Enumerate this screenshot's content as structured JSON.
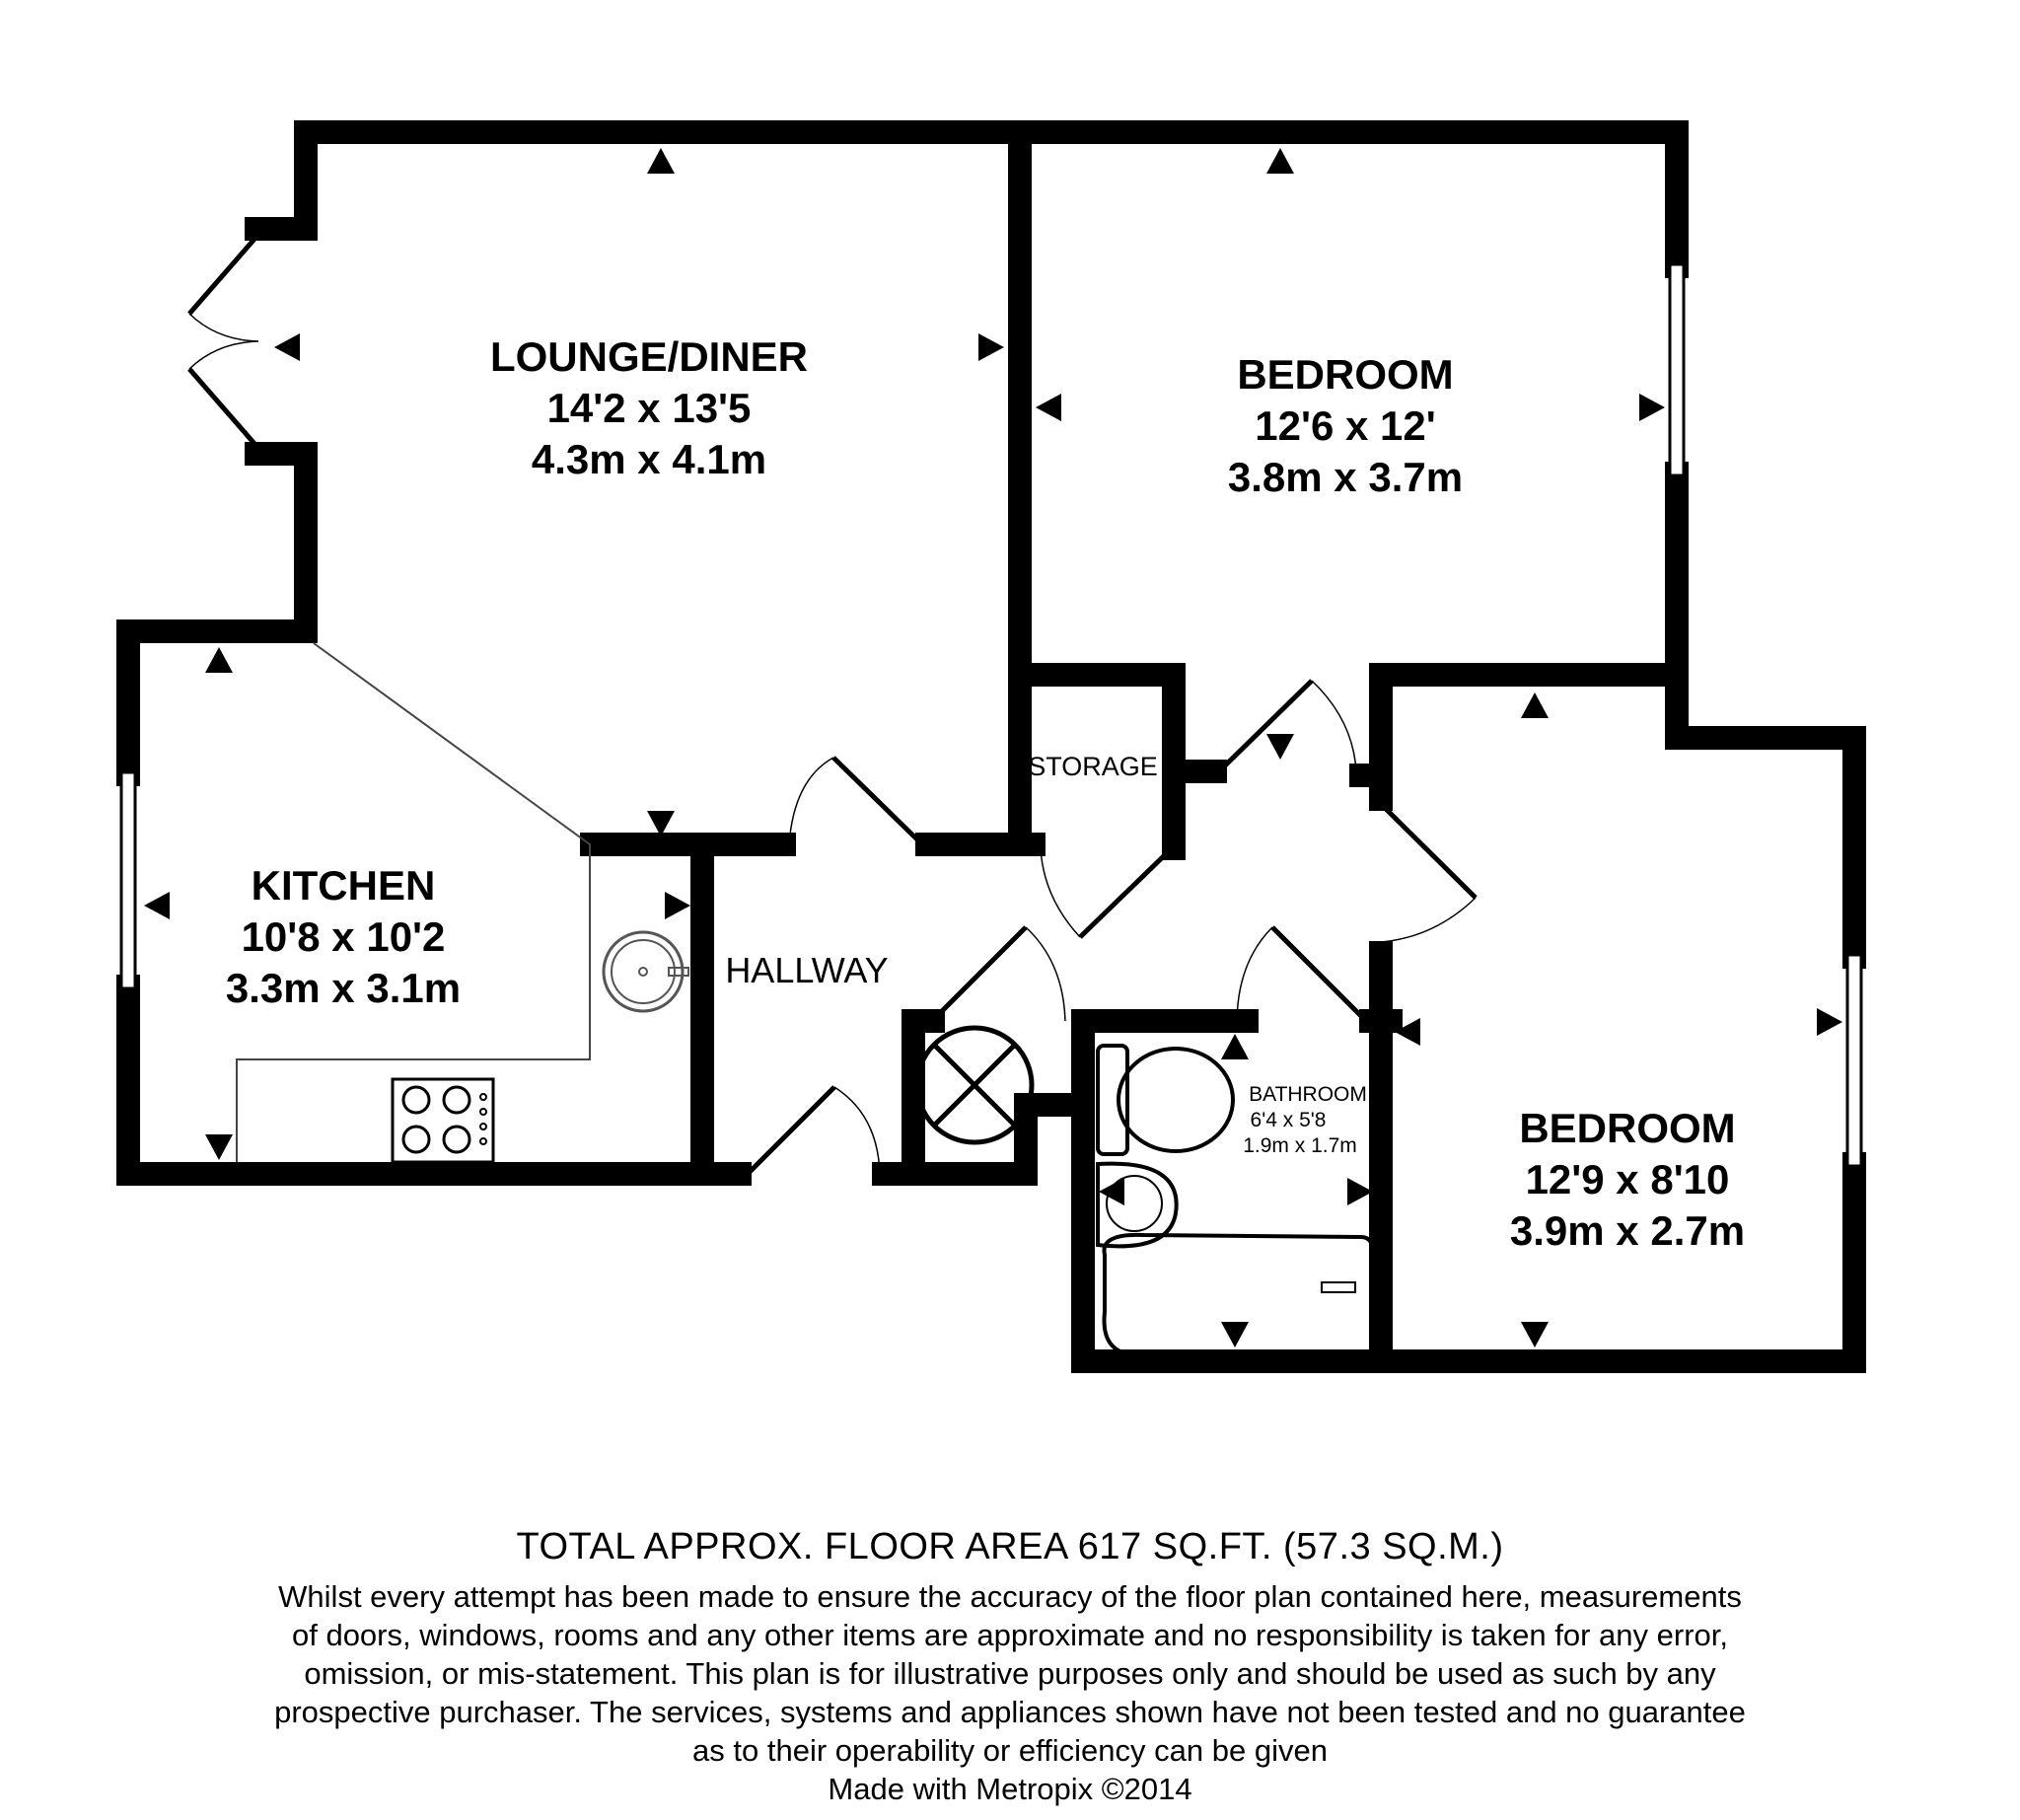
{
  "rooms": {
    "lounge": {
      "name": "LOUNGE/DINER",
      "imperial": "14'2 x 13'5",
      "metric": "4.3m x 4.1m"
    },
    "bedroom1": {
      "name": "BEDROOM",
      "imperial": "12'6 x 12'",
      "metric": "3.8m x 3.7m"
    },
    "kitchen": {
      "name": "KITCHEN",
      "imperial": "10'8 x 10'2",
      "metric": "3.3m x 3.1m"
    },
    "hallway": {
      "name": "HALLWAY"
    },
    "storage": {
      "name": "STORAGE"
    },
    "bathroom": {
      "name": "BATHROOM",
      "imperial": "6'4 x 5'8",
      "metric": "1.9m x 1.7m"
    },
    "bedroom2": {
      "name": "BEDROOM",
      "imperial": "12'9 x 8'10",
      "metric": "3.9m x 2.7m"
    }
  },
  "footer": {
    "total_area": "TOTAL APPROX. FLOOR AREA 617 SQ.FT. (57.3 SQ.M.)",
    "disclaimer": [
      "Whilst every attempt has been made to ensure the accuracy of the floor plan contained here, measurements",
      "of doors, windows, rooms and any other items are approximate and no responsibility is taken for any error,",
      "omission, or mis-statement. This plan is for illustrative purposes only and should be used as such by any",
      "prospective purchaser. The services, systems and appliances shown have not been tested and no guarantee",
      "as to their operability or efficiency can be given"
    ],
    "credit": "Made with Metropix ©2014"
  },
  "colors": {
    "wall": "#000000",
    "background": "#ffffff",
    "fixture": "#444444"
  }
}
